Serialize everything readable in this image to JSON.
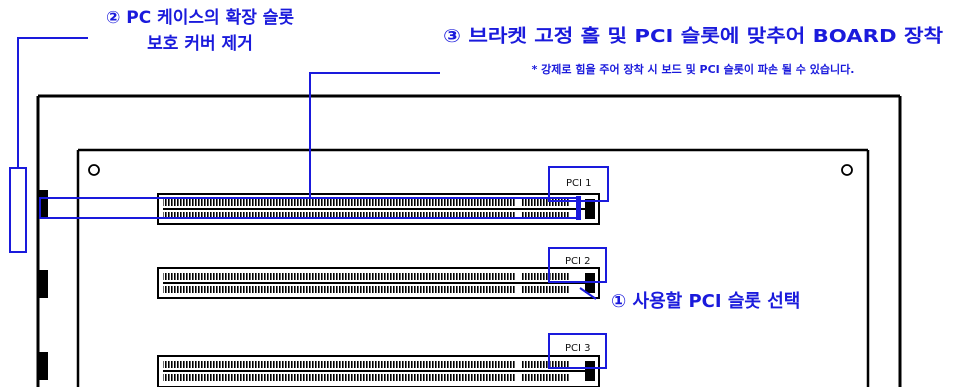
{
  "step2": {
    "line1": "② PC 케이스의 확장 슬롯",
    "line2": "보호 커버 제거"
  },
  "step3": {
    "title": "③ 브라켓 고정 홀 및 PCI 슬롯에 맞추어 BOARD 장착",
    "note": "* 강제로 힘을 주어 장착 시 보드 및 PCI 슬롯이 파손 될 수 있습니다."
  },
  "step1": {
    "label": "① 사용할 PCI 슬롯 선택"
  },
  "slots": [
    {
      "label": "PCI 1"
    },
    {
      "label": "PCI 2"
    },
    {
      "label": "PCI 3"
    }
  ],
  "colors": {
    "highlight": "#1a1adc",
    "outline": "#000000"
  }
}
